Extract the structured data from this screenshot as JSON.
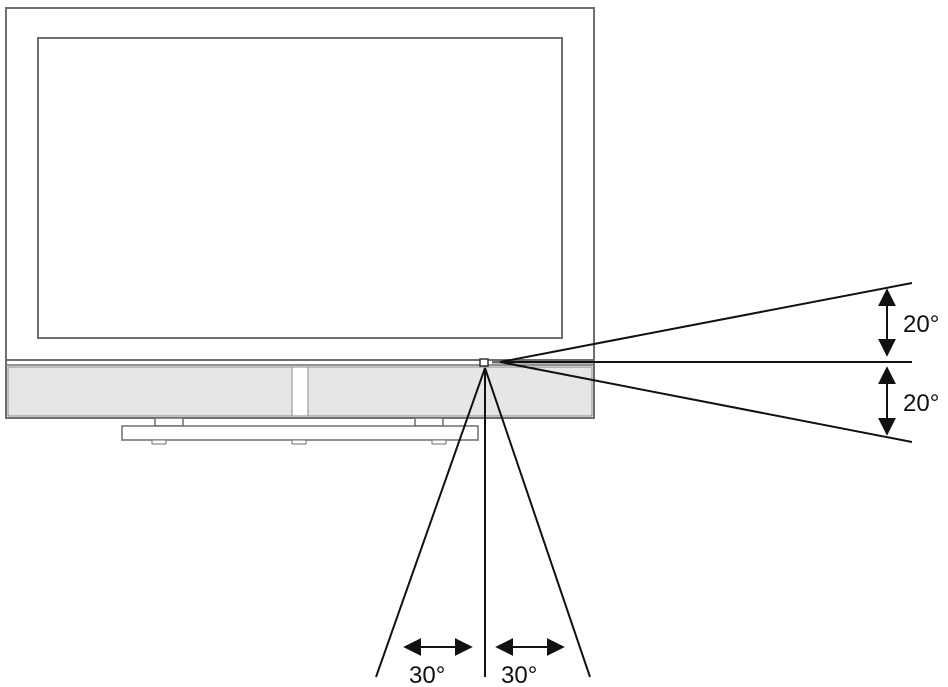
{
  "labels": {
    "vertical_up": "20°",
    "vertical_down": "20°",
    "horizontal_left": "30°",
    "horizontal_right": "30°"
  },
  "angles": {
    "vertical_up_deg": 20,
    "vertical_down_deg": 20,
    "horizontal_left_deg": 30,
    "horizontal_right_deg": 30
  },
  "colors": {
    "line": "#111111",
    "tv_frame": "#6e6e6e",
    "speaker_fill": "#e6e6e6",
    "background": "#ffffff"
  }
}
